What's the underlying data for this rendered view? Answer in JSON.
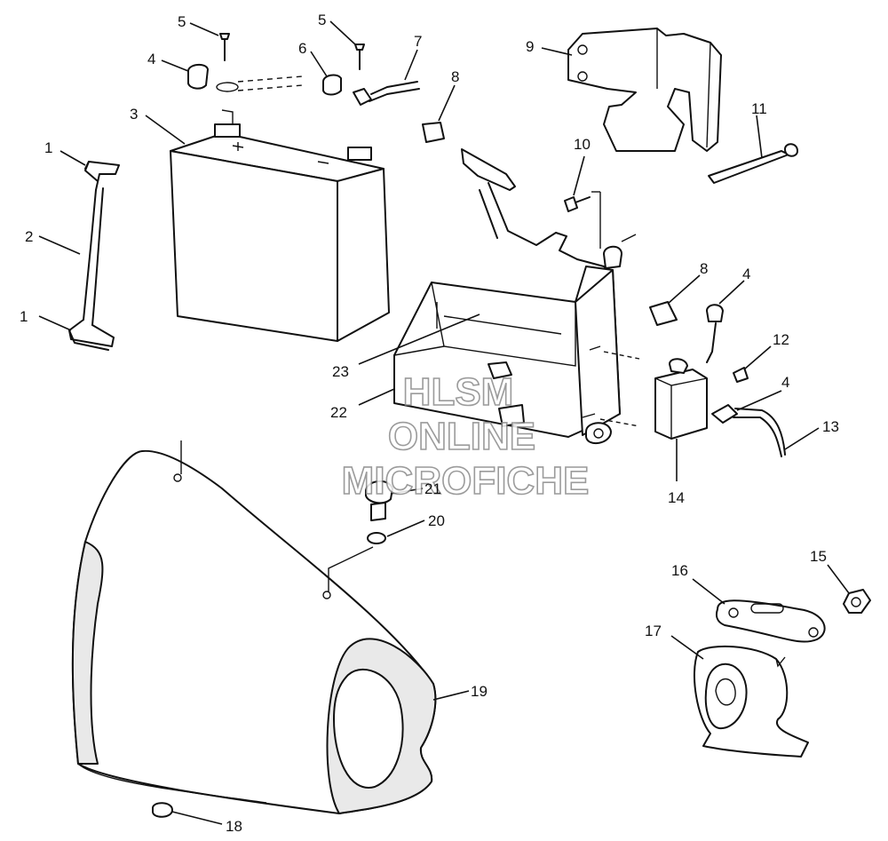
{
  "watermark": {
    "line1": "HLSM",
    "line2": "ONLINE",
    "line3": "MICROFICHE"
  },
  "callouts": {
    "c1a": "1",
    "c1b": "1",
    "c2": "2",
    "c3": "3",
    "c4a": "4",
    "c4b": "4",
    "c4c": "4",
    "c5a": "5",
    "c5b": "5",
    "c6": "6",
    "c7": "7",
    "c8a": "8",
    "c8b": "8",
    "c9": "9",
    "c10": "10",
    "c11": "11",
    "c12": "12",
    "c13": "13",
    "c14": "14",
    "c15": "15",
    "c16": "16",
    "c17": "17",
    "c18": "18",
    "c19": "19",
    "c20": "20",
    "c21": "21",
    "c22": "22",
    "c23": "23"
  }
}
